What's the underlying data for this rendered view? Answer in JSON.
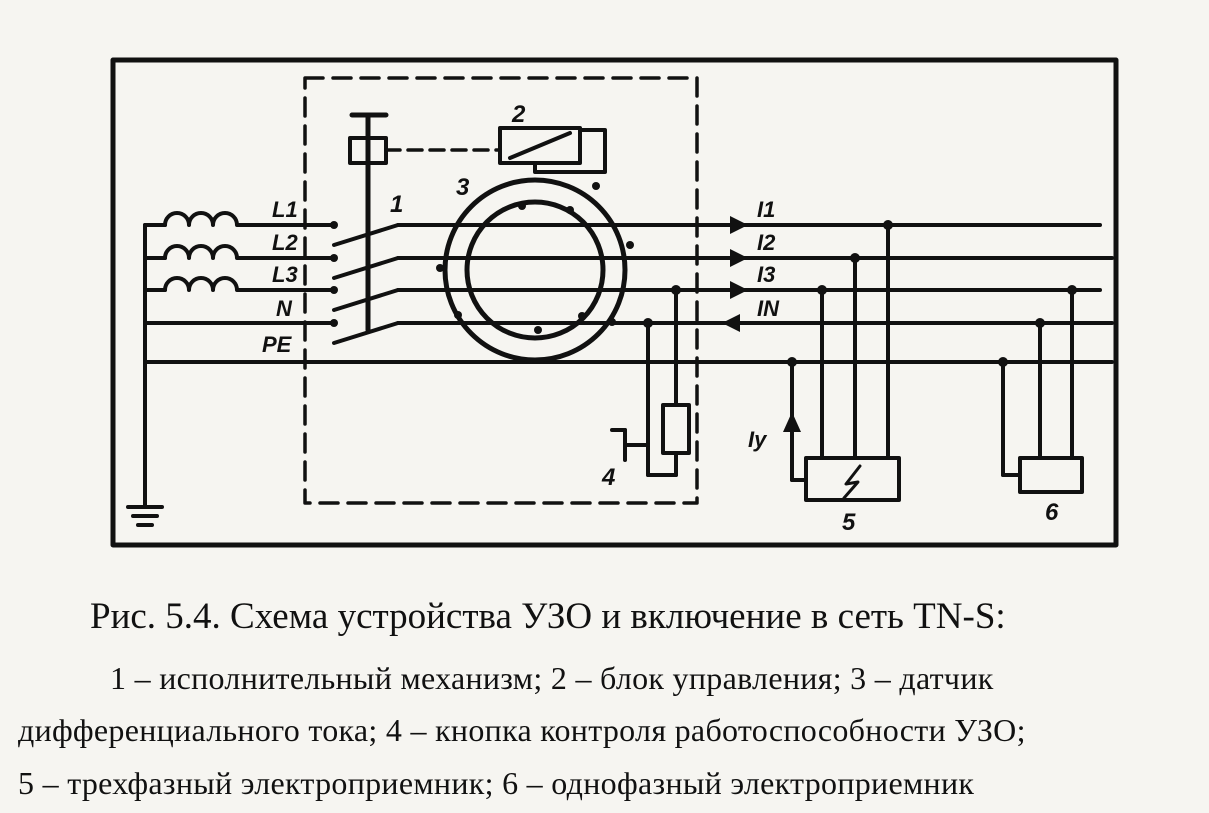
{
  "diagram": {
    "phase_labels": [
      "L1",
      "L2",
      "L3",
      "N",
      "PE"
    ],
    "current_labels": [
      "I1",
      "I2",
      "I3",
      "IN"
    ],
    "leak_current_label": "Iу",
    "component_numbers": [
      "1",
      "2",
      "3",
      "4",
      "5",
      "6"
    ]
  },
  "caption": {
    "title": "Рис. 5.4. Схема устройства УЗО и включение в сеть TN-S:",
    "line1": "1 – исполнительный механизм; 2 – блок управления; 3 – датчик",
    "line2": "дифференциального тока; 4 – кнопка контроля работоспособности УЗО;",
    "line3": "5 – трехфазный электроприемник; 6 – однофазный электроприемник"
  }
}
